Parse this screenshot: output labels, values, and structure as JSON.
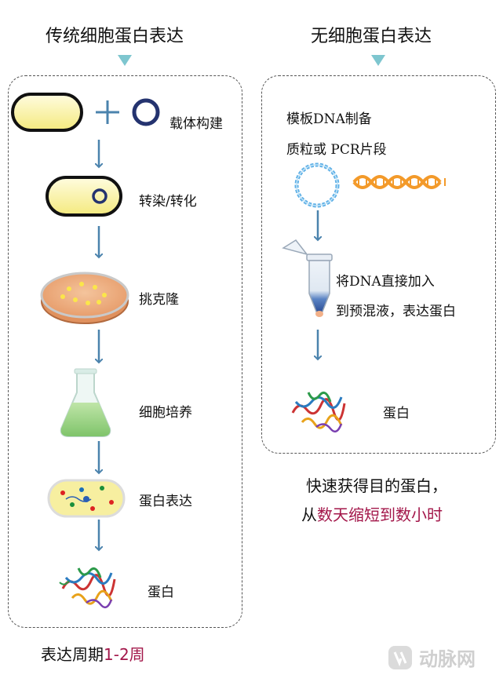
{
  "colors": {
    "accent": "#a3174a",
    "arrow": "#4b83ad",
    "triangle": "#7ec6cf"
  },
  "left": {
    "title": "传统细胞蛋白表达",
    "steps": [
      {
        "label": "载体构建",
        "icon": "vector-construction-icon"
      },
      {
        "label": "转染/转化",
        "icon": "cell-with-plasmid-icon"
      },
      {
        "label": "挑克隆",
        "icon": "petri-dish-icon"
      },
      {
        "label": "细胞培养",
        "icon": "culture-flask-icon"
      },
      {
        "label": "蛋白表达",
        "icon": "expressing-cell-icon"
      },
      {
        "label": "蛋白",
        "icon": "protein-structure-icon"
      }
    ],
    "period_prefix": "表达周期",
    "period_value": "1-2周"
  },
  "right": {
    "title": "无细胞蛋白表达",
    "template_line1": "模板DNA制备",
    "template_line2": "质粒或 PCR片段",
    "mix_line1": "将DNA直接加入",
    "mix_line2": "到预混液，表达蛋白",
    "protein_label": "蛋白",
    "summary_line1": "快速获得目的蛋白，",
    "summary_line2_prefix": "从",
    "summary_line2_accent": "数天缩短到数小时"
  },
  "watermark": "动脉网"
}
